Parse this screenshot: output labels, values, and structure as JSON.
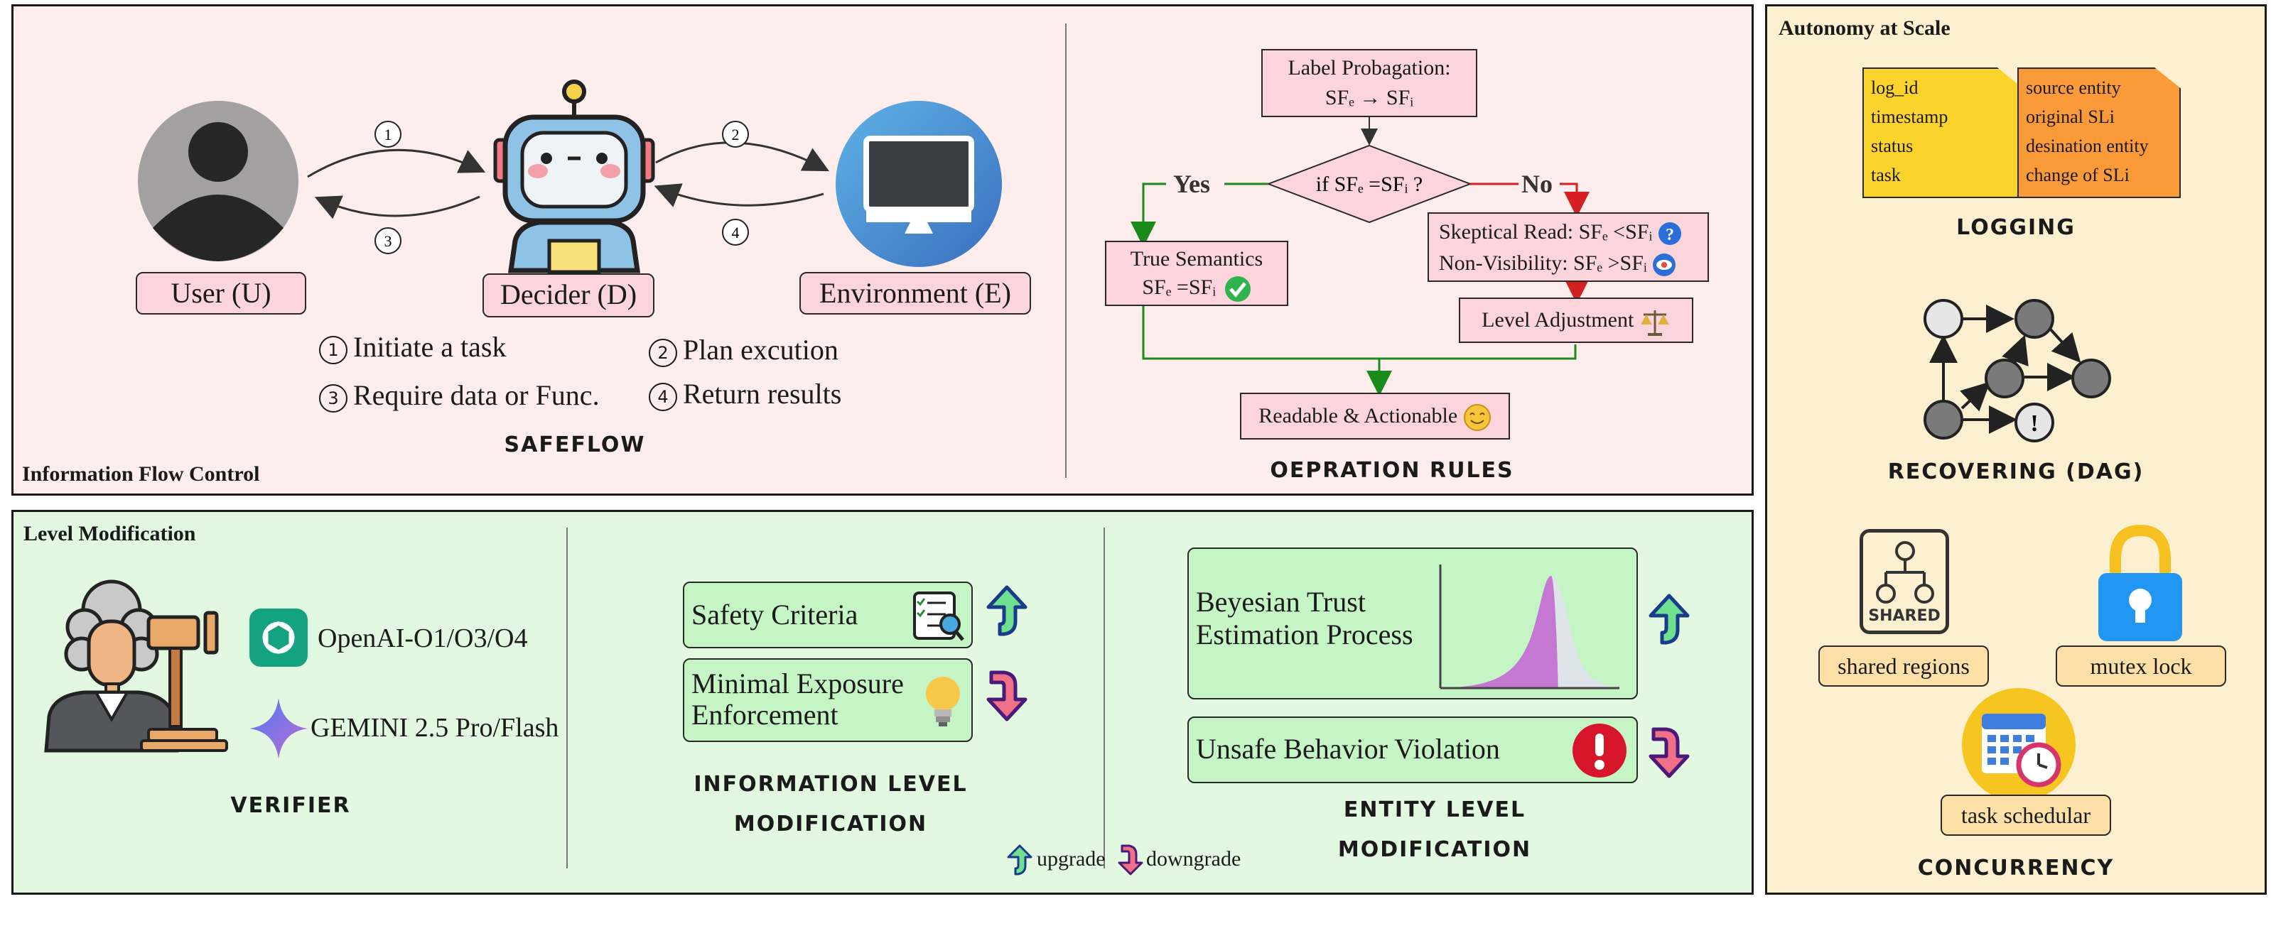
{
  "info_flow": {
    "title": "Information Flow Control",
    "user_label": "User (U)",
    "decider_label": "Decider (D)",
    "env_label": "Environment (E)",
    "step_numbers": [
      "1",
      "2",
      "3",
      "4"
    ],
    "legend": [
      {
        "num": "1",
        "text": "Initiate a task"
      },
      {
        "num": "2",
        "text": "Plan excution"
      },
      {
        "num": "3",
        "text": "Require data or Func."
      },
      {
        "num": "4",
        "text": "Return results"
      }
    ],
    "safeflow_title": "SAFEFLOW"
  },
  "operation_rules": {
    "label_prop_line1": "Label Probagation:",
    "label_prop_line2": "SFₑ → SFᵢ",
    "decision": "if SFₑ =SFᵢ ?",
    "yes": "Yes",
    "no": "No",
    "true_sem_line1": "True Semantics",
    "true_sem_line2": "SFₑ =SFᵢ",
    "skeptical": "Skeptical Read: SFₑ <SFᵢ",
    "nonvis": "Non-Visibility: SFₑ >SFᵢ",
    "level_adj": "Level Adjustment",
    "readable": "Readable & Actionable",
    "title": "OEPRATION RULES",
    "colors": {
      "yes_arrow": "#1a8a1a",
      "no_arrow": "#d42020"
    }
  },
  "level_mod": {
    "title": "Level Modification",
    "verifier_models": [
      "OpenAI-O1/O3/O4",
      "GEMINI 2.5 Pro/Flash"
    ],
    "verifier_title": "VERIFIER",
    "info_items": [
      "Safety Criteria",
      "Minimal Exposure Enforcement"
    ],
    "info_title_line1": "INFORMATION LEVEL",
    "info_title_line2": "MODIFICATION",
    "entity_items": [
      "Beyesian Trust Estimation Process",
      "Unsafe Behavior Violation"
    ],
    "entity_title_line1": "ENTITY LEVEL",
    "entity_title_line2": "MODIFICATION",
    "legend_upgrade": "upgrade",
    "legend_downgrade": "downgrade"
  },
  "autonomy": {
    "title": "Autonomy at Scale",
    "log_note_yellow": [
      "log_id",
      "timestamp",
      "status",
      "task"
    ],
    "log_note_orange": [
      "source entity",
      "original SLi",
      "desination entity",
      "change of SLi"
    ],
    "logging_title": "LOGGING",
    "recovering_title": "RECOVERING (DAG)",
    "shared_icon_text": "SHARED",
    "shared_regions": "shared regions",
    "mutex_lock": "mutex lock",
    "task_schedular": "task schedular",
    "concurrency_title": "CONCURRENCY",
    "dag_alert": "!"
  }
}
